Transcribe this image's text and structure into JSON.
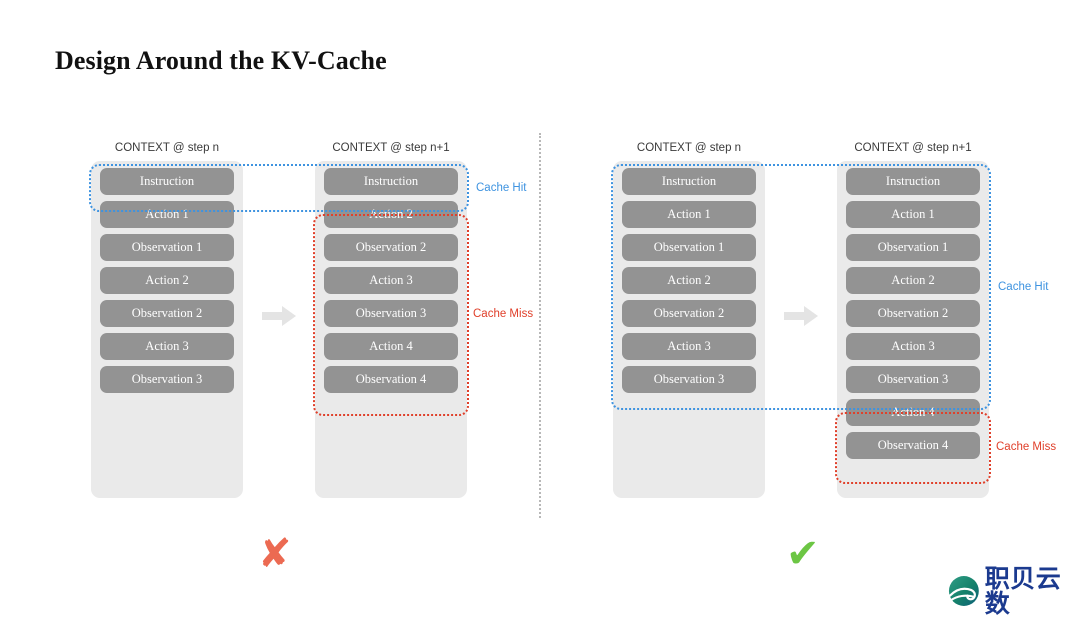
{
  "slide": {
    "title": "Design Around the KV-Cache"
  },
  "colors": {
    "cache_hit": "#3e93e0",
    "cache_miss": "#e0402b",
    "block_fill": "#939393",
    "panel_fill": "#eaeaea",
    "bad_mark": "#ec6a52",
    "good_mark": "#6cc644",
    "logo_text": "#1b3a8f",
    "logo_mark": "#1f8a70"
  },
  "labels": {
    "cache_hit": "Cache Hit",
    "cache_miss": "Cache Miss",
    "bad_mark": "✘",
    "good_mark": "✔"
  },
  "left_example": {
    "verdict": "✘",
    "columns": [
      {
        "header": "CONTEXT @ step n",
        "blocks": [
          "Instruction",
          "Action 1",
          "Observation 1",
          "Action 2",
          "Observation 2",
          "Action 3",
          "Observation 3"
        ]
      },
      {
        "header": "CONTEXT @ step n+1",
        "blocks": [
          "Instruction",
          "Action 2",
          "Observation 2",
          "Action 3",
          "Observation 3",
          "Action 4",
          "Observation 4"
        ]
      }
    ],
    "regions": [
      {
        "kind": "hit",
        "label": "Cache Hit"
      },
      {
        "kind": "miss",
        "label": "Cache Miss"
      }
    ]
  },
  "right_example": {
    "verdict": "✔",
    "columns": [
      {
        "header": "CONTEXT @ step n",
        "blocks": [
          "Instruction",
          "Action 1",
          "Observation 1",
          "Action 2",
          "Observation 2",
          "Action 3",
          "Observation 3"
        ]
      },
      {
        "header": "CONTEXT @ step n+1",
        "blocks": [
          "Instruction",
          "Action 1",
          "Observation 1",
          "Action 2",
          "Observation 2",
          "Action 3",
          "Observation 3",
          "Action 4",
          "Observation 4"
        ]
      }
    ],
    "regions": [
      {
        "kind": "hit",
        "label": "Cache Hit"
      },
      {
        "kind": "miss",
        "label": "Cache Miss"
      }
    ]
  },
  "logo": {
    "text": "职贝云数"
  }
}
